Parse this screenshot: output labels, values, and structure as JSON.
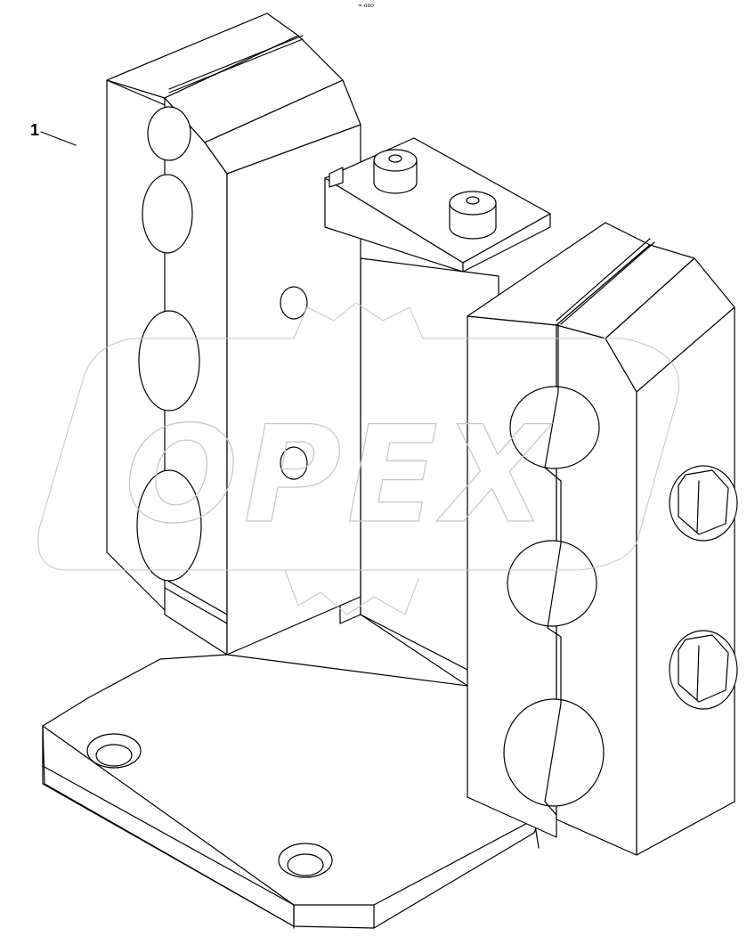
{
  "callout": {
    "label": "1"
  },
  "watermark": {
    "text": "OPEX"
  },
  "corner_mark": {
    "text": "≈ ooo"
  },
  "colors": {
    "line": "#000000",
    "watermark": "#c8c8c8",
    "background": "#ffffff"
  }
}
